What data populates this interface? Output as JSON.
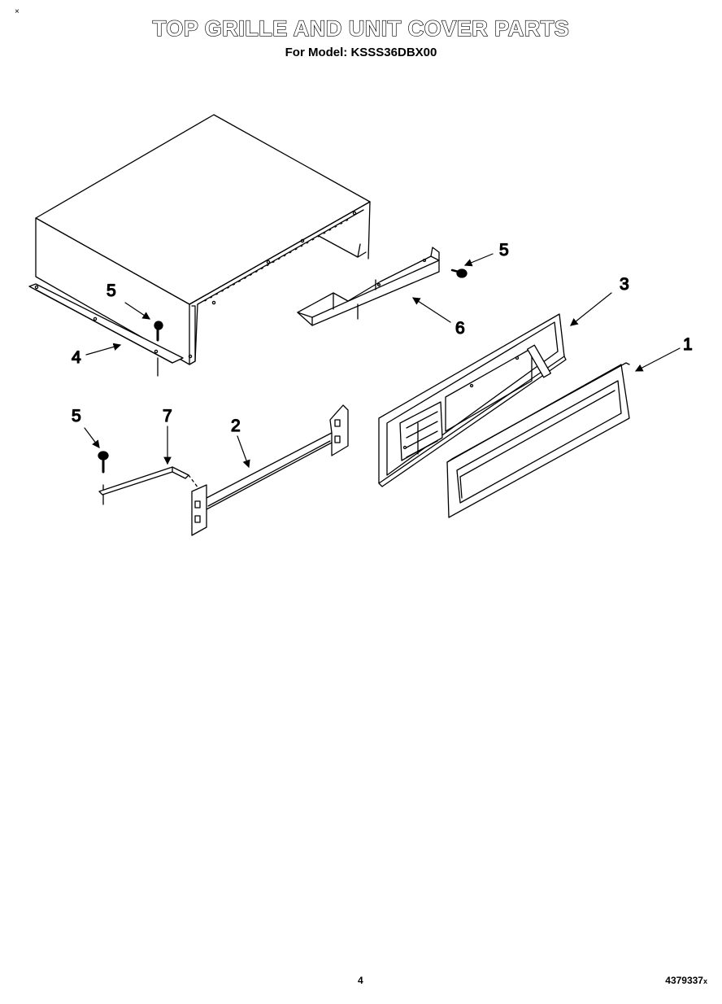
{
  "header": {
    "corner_mark": "×",
    "title": "TOP GRILLE AND UNIT COVER PARTS",
    "subtitle": "For Model: KSSS36DBX00"
  },
  "callouts": {
    "label_1": "1",
    "label_2": "2",
    "label_3": "3",
    "label_4": "4",
    "label_5_right": "5",
    "label_5_left": "5",
    "label_5_lower": "5",
    "label_6": "6",
    "label_7": "7"
  },
  "footer": {
    "page_number": "4",
    "doc_number": "4379337",
    "doc_suffix": "x"
  }
}
